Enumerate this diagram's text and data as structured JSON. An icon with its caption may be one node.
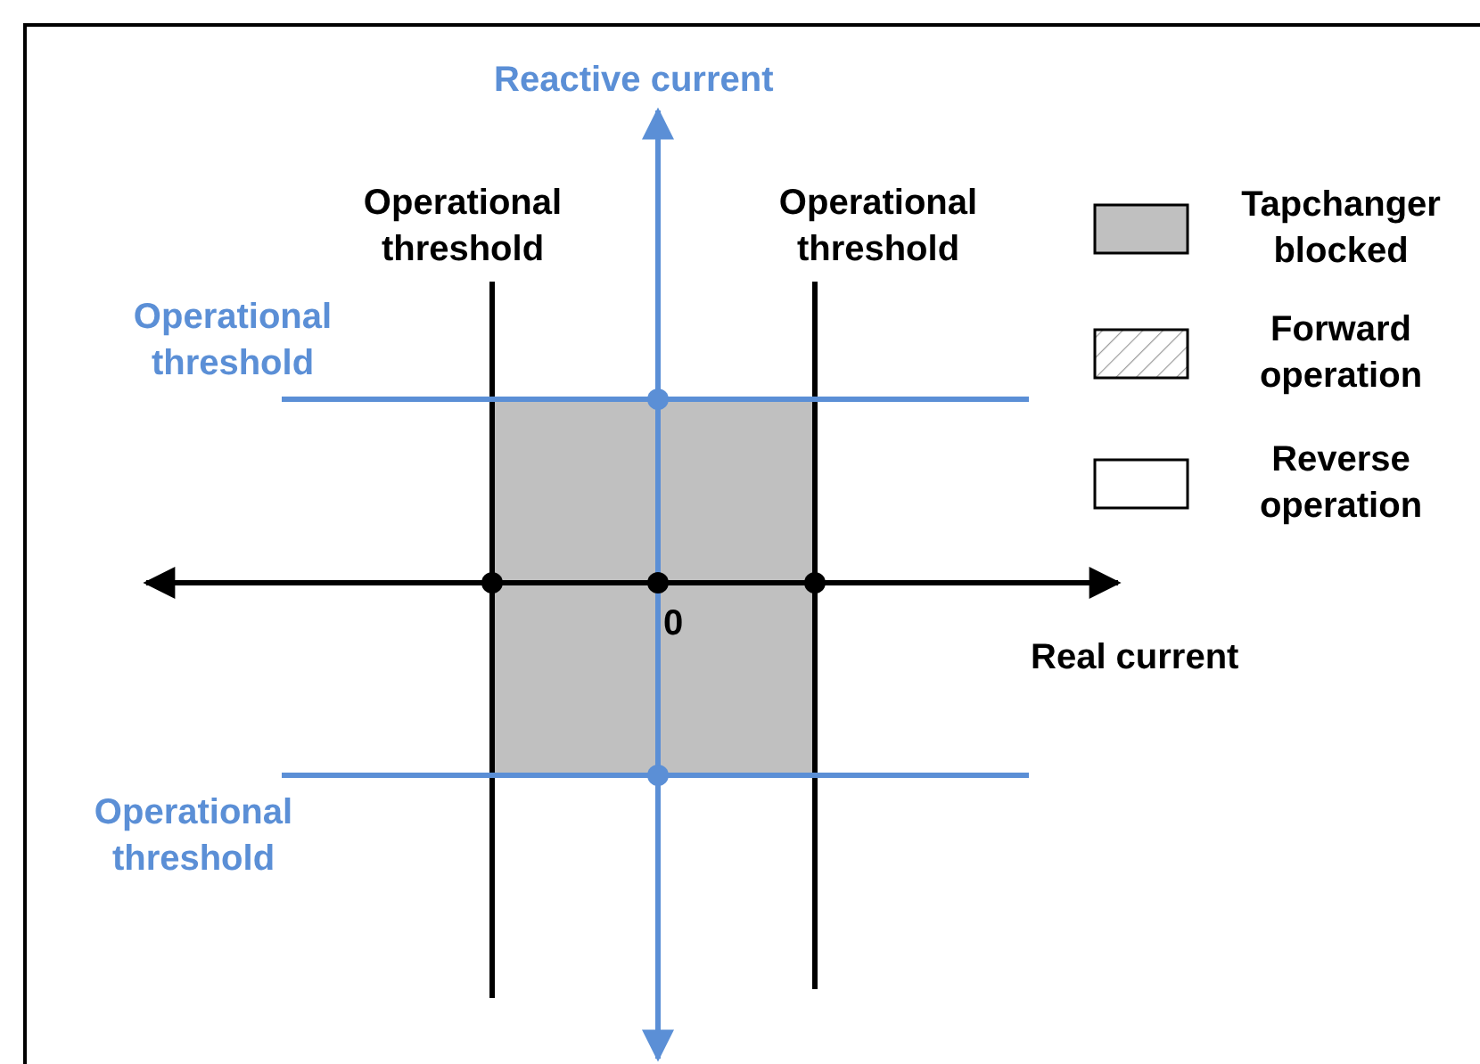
{
  "diagram": {
    "labels": [
      "Reactive current",
      "Operational threshold",
      "Operational threshold",
      "Operational threshold",
      "Operational threshold",
      "0",
      "Real current"
    ],
    "legend": [
      {
        "text": "Tapchanger blocked",
        "color": "#c0c0c0"
      },
      {
        "text": "Forward operation"
      },
      {
        "text": "Reverse operation",
        "color": "#ffffff"
      }
    ]
  }
}
